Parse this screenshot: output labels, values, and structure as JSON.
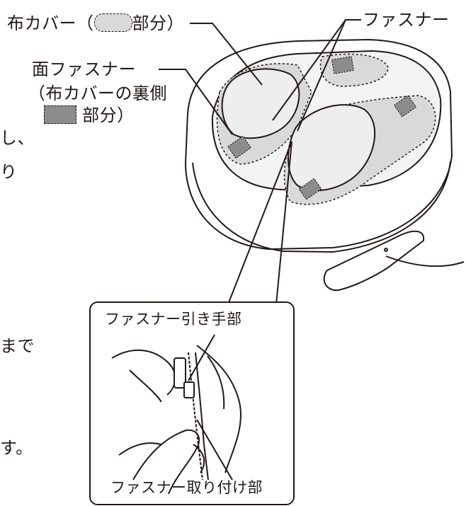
{
  "labels": {
    "fabric_cover_prefix": "布カバー（",
    "fabric_cover_suffix": "部分）",
    "fastener": "ファスナー",
    "hook_loop": "面ファスナー",
    "hook_loop_note_1": "（布カバーの裏側",
    "hook_loop_note_2": "部分）",
    "pull_tab": "ファスナー引き手部",
    "attachment": "ファスナー取り付け部"
  },
  "body_text_fragments": {
    "line_a": "し、",
    "line_b": "り",
    "line_c": "まで",
    "line_d": "す。"
  },
  "colors": {
    "line": "#231815",
    "cover_fill": "#d9d9d9",
    "patch_fill": "#8c8c8c"
  }
}
